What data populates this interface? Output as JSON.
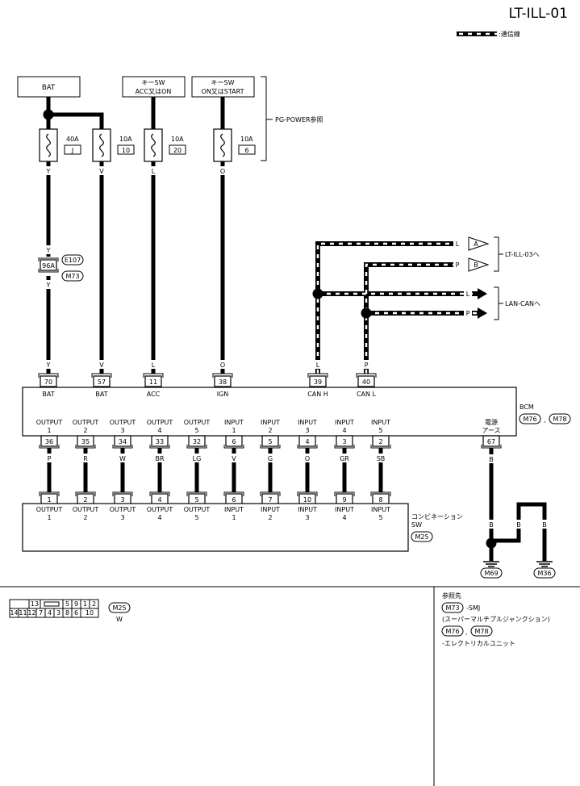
{
  "page_id": "LT-ILL-01",
  "legend": {
    "label": ":通信線"
  },
  "power": {
    "bat_label": "BAT",
    "acc_label_1": "キーSW",
    "acc_label_2": "ACC又はON",
    "ign_label_1": "キーSW",
    "ign_label_2": "ON又はSTART",
    "ref_note": "PG-POWER参照"
  },
  "fuses": [
    {
      "amp": "40A",
      "id": "J",
      "wire": "Y"
    },
    {
      "amp": "10A",
      "id": "10",
      "wire": "V"
    },
    {
      "amp": "10A",
      "id": "20",
      "wire": "L"
    },
    {
      "amp": "10A",
      "id": "6",
      "wire": "O"
    }
  ],
  "junction": {
    "pin": "96A",
    "conn_1": "E107",
    "conn_2": "M73",
    "wire_top": "Y",
    "wire_bottom": "Y"
  },
  "bcm": {
    "label": "BCM",
    "conn_1": "M76",
    "conn_2": "M78",
    "sep": ",",
    "top_pins": [
      {
        "pin": "70",
        "name": "BAT",
        "wire": "Y"
      },
      {
        "pin": "57",
        "name": "BAT",
        "wire": "V"
      },
      {
        "pin": "11",
        "name": "ACC",
        "wire": "L"
      },
      {
        "pin": "38",
        "name": "IGN",
        "wire": "O"
      },
      {
        "pin": "39",
        "name": "CAN H",
        "wire": "L"
      },
      {
        "pin": "40",
        "name": "CAN L",
        "wire": "P"
      }
    ],
    "bottom_pins": [
      {
        "name1": "OUTPUT",
        "name2": "1",
        "pin": "36",
        "wire": "P"
      },
      {
        "name1": "OUTPUT",
        "name2": "2",
        "pin": "35",
        "wire": "R"
      },
      {
        "name1": "OUTPUT",
        "name2": "3",
        "pin": "34",
        "wire": "W"
      },
      {
        "name1": "OUTPUT",
        "name2": "4",
        "pin": "33",
        "wire": "BR"
      },
      {
        "name1": "OUTPUT",
        "name2": "5",
        "pin": "32",
        "wire": "LG"
      },
      {
        "name1": "INPUT",
        "name2": "1",
        "pin": "6",
        "wire": "V"
      },
      {
        "name1": "INPUT",
        "name2": "2",
        "pin": "5",
        "wire": "G"
      },
      {
        "name1": "INPUT",
        "name2": "3",
        "pin": "4",
        "wire": "O"
      },
      {
        "name1": "INPUT",
        "name2": "4",
        "pin": "3",
        "wire": "GR"
      },
      {
        "name1": "INPUT",
        "name2": "5",
        "pin": "2",
        "wire": "SB"
      }
    ],
    "ground": {
      "name1": "電源",
      "name2": "アース",
      "pin": "67",
      "wire": "B"
    }
  },
  "can": {
    "a_wire": "L",
    "a_conn": "A",
    "b_wire": "P",
    "b_conn": "B",
    "ref_1": "LT-ILL-03へ",
    "lan_l": "L",
    "lan_p": "P",
    "ref_2": "LAN-CANへ"
  },
  "combo": {
    "label_1": "コンビネーション",
    "label_2": "SW",
    "conn": "M25",
    "pins": [
      {
        "pin": "1",
        "name1": "OUTPUT",
        "name2": "1"
      },
      {
        "pin": "2",
        "name1": "OUTPUT",
        "name2": "2"
      },
      {
        "pin": "3",
        "name1": "OUTPUT",
        "name2": "3"
      },
      {
        "pin": "4",
        "name1": "OUTPUT",
        "name2": "4"
      },
      {
        "pin": "5",
        "name1": "OUTPUT",
        "name2": "5"
      },
      {
        "pin": "6",
        "name1": "INPUT",
        "name2": "1"
      },
      {
        "pin": "7",
        "name1": "INPUT",
        "name2": "2"
      },
      {
        "pin": "10",
        "name1": "INPUT",
        "name2": "3"
      },
      {
        "pin": "9",
        "name1": "INPUT",
        "name2": "4"
      },
      {
        "pin": "8",
        "name1": "INPUT",
        "name2": "5"
      }
    ]
  },
  "grounds": {
    "wire_1": "B",
    "wire_2": "B",
    "wire_3": "B",
    "g1": "M69",
    "g2": "M36"
  },
  "face": {
    "row1": [
      "13",
      "5",
      "9",
      "1",
      "2"
    ],
    "row2": [
      "14",
      "11",
      "12",
      "7",
      "4",
      "3",
      "8",
      "6",
      "10"
    ],
    "conn": "M25",
    "color": "W"
  },
  "refs": {
    "title": "参照先",
    "m73": "M73",
    "m73_text": "-SMJ",
    "m73_desc": "(スーパーマルチプルジャンクション)",
    "m76": "M76",
    "sep": ",",
    "m78": "M78",
    "m76_desc": "-エレクトリカルユニット"
  }
}
